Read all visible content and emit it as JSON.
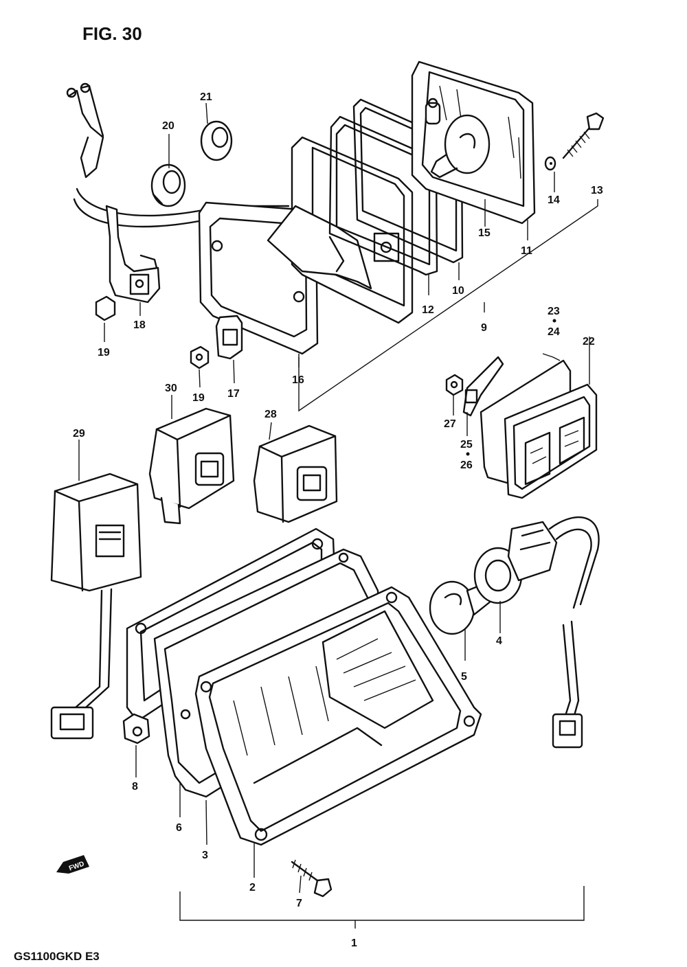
{
  "figure": {
    "title": "FIG. 30",
    "model_code": "GS1100GKD E3",
    "forward_label": "FWD"
  },
  "callouts": [
    {
      "id": "c1",
      "text": "1"
    },
    {
      "id": "c2",
      "text": "2"
    },
    {
      "id": "c3",
      "text": "3"
    },
    {
      "id": "c4",
      "text": "4"
    },
    {
      "id": "c5",
      "text": "5"
    },
    {
      "id": "c6",
      "text": "6"
    },
    {
      "id": "c7",
      "text": "7"
    },
    {
      "id": "c8",
      "text": "8"
    },
    {
      "id": "c9",
      "text": "9"
    },
    {
      "id": "c10",
      "text": "10"
    },
    {
      "id": "c11",
      "text": "11"
    },
    {
      "id": "c12",
      "text": "12"
    },
    {
      "id": "c13",
      "text": "13"
    },
    {
      "id": "c14",
      "text": "14"
    },
    {
      "id": "c15",
      "text": "15"
    },
    {
      "id": "c16",
      "text": "16"
    },
    {
      "id": "c17",
      "text": "17"
    },
    {
      "id": "c18",
      "text": "18"
    },
    {
      "id": "c19a",
      "text": "19"
    },
    {
      "id": "c19b",
      "text": "19"
    },
    {
      "id": "c20",
      "text": "20"
    },
    {
      "id": "c21",
      "text": "21"
    },
    {
      "id": "c22",
      "text": "22"
    },
    {
      "id": "c23",
      "text": "23"
    },
    {
      "id": "c24",
      "text": "24"
    },
    {
      "id": "c25",
      "text": "25"
    },
    {
      "id": "c26",
      "text": "26"
    },
    {
      "id": "c27",
      "text": "27"
    },
    {
      "id": "c28",
      "text": "28"
    },
    {
      "id": "c29",
      "text": "29"
    },
    {
      "id": "c30",
      "text": "30"
    }
  ]
}
